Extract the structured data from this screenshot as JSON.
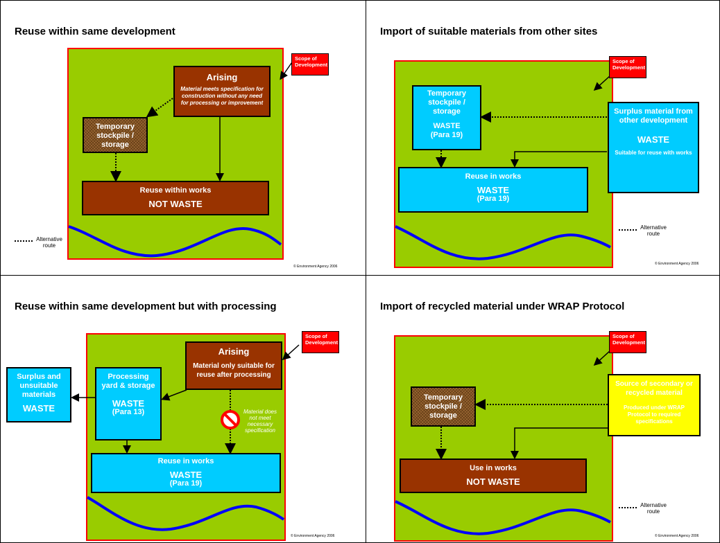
{
  "panels": {
    "p1": {
      "title": "Reuse within same development",
      "scope": "Scope of Development",
      "arising_title": "Arising",
      "arising_desc": "Material meets specification for construction without any need for processing or improvement",
      "stockpile": "Temporary stockpile / storage",
      "reuse_title": "Reuse within works",
      "reuse_status": "NOT WASTE",
      "alt_label": "Alternative route",
      "copyright": "© Environment Agency 2006"
    },
    "p2": {
      "title": "Import of suitable materials from other sites",
      "scope": "Scope of Development",
      "stockpile": "Temporary stockpile / storage",
      "stockpile_status": "WASTE",
      "stockpile_para": "(Para 19)",
      "reuse_title": "Reuse in works",
      "reuse_status": "WASTE",
      "reuse_para": "(Para 19)",
      "surplus_title": "Surplus material from other development",
      "surplus_status": "WASTE",
      "surplus_note": "Suitable for reuse with works",
      "alt_label": "Alternative route",
      "copyright": "© Environment Agency 2006"
    },
    "p3": {
      "title": "Reuse within same development but with processing",
      "scope": "Scope of Development",
      "arising_title": "Arising",
      "arising_desc": "Material only suitable for reuse after processing",
      "processing": "Processing yard & storage",
      "processing_status": "WASTE",
      "processing_para": "(Para 13)",
      "surplus_title": "Surplus and unsuitable materials",
      "surplus_status": "WASTE",
      "not_meet": "Material does not meet necessary specification",
      "reuse_title": "Reuse in works",
      "reuse_status": "WASTE",
      "reuse_para": "(Para 19)",
      "copyright": "© Environment Agency 2006"
    },
    "p4": {
      "title": "Import of recycled material under WRAP Protocol",
      "scope": "Scope of Development",
      "stockpile": "Temporary stockpile / storage",
      "source_title": "Source of secondary or recycled material",
      "source_desc": "Produced under WRAP Protocol to required specifications",
      "use_title": "Use in works",
      "use_status": "NOT WASTE",
      "alt_label": "Alternative route",
      "copyright": "© Environment Agency 2006"
    }
  },
  "colors": {
    "site_fill": "#99cc00",
    "site_border": "#ff0000",
    "brown": "#993300",
    "cyan": "#00ccff",
    "yellow": "#ffff00",
    "river": "#0000ff"
  }
}
